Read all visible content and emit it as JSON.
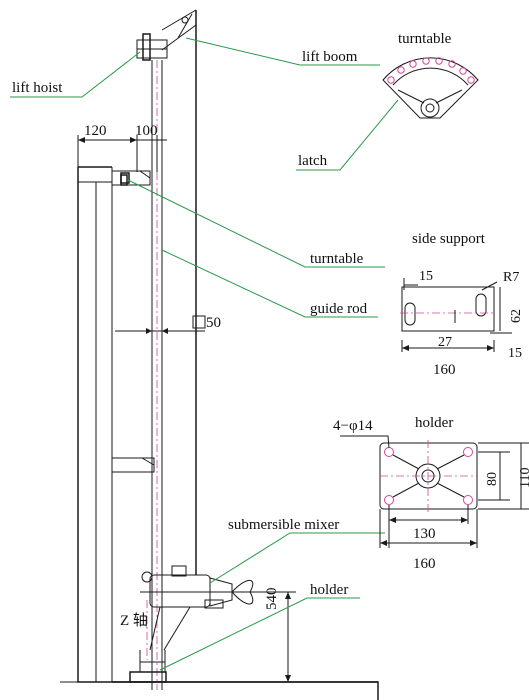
{
  "labels": {
    "turntable_top": "turntable",
    "lift_boom": "lift boom",
    "lift_hoist": "lift hoist",
    "latch": "latch",
    "side_support": "side support",
    "turntable_mid": "turntable",
    "guide_rod": "guide rod",
    "holder_top": "holder",
    "submersible_mixer": "submersible mixer",
    "holder_bottom": "holder",
    "z_axis": "Z 轴"
  },
  "dimensions": {
    "d120": "120",
    "d100": "100",
    "d50": "50",
    "d15a": "15",
    "r7": "R7",
    "d62": "62",
    "d27": "27",
    "d15b": "15",
    "d160a": "160",
    "holes": "4−φ14",
    "d80": "80",
    "d110": "110",
    "d130": "130",
    "d160b": "160",
    "d540": "540"
  },
  "colors": {
    "line": "#1a1a1a",
    "leader": "#2a9a4a",
    "centerline": "#d0479a"
  }
}
